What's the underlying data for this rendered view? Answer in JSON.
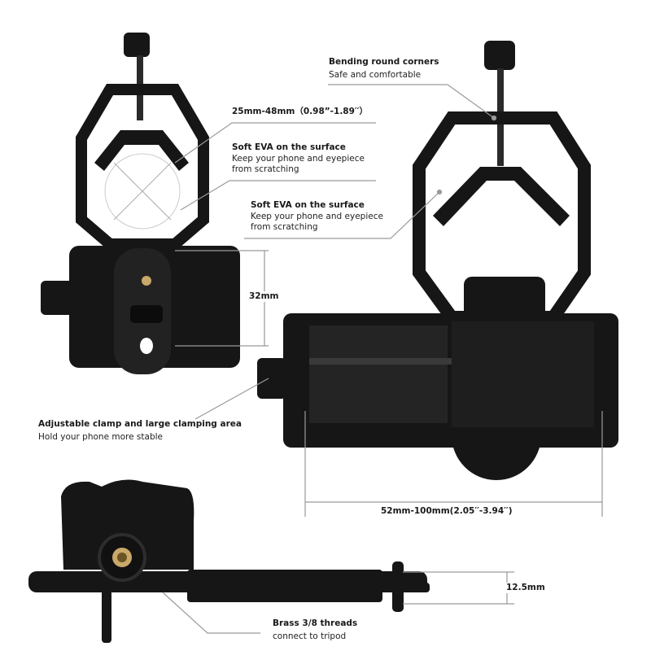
{
  "callouts": {
    "bending": {
      "title": "Bending round corners",
      "text": "Safe and comfortable"
    },
    "eyepiece_range": {
      "title": "25mm-48mm（0.98”-1.89′′）"
    },
    "eva_left": {
      "title": "Soft EVA on the surface",
      "line1": "Keep your phone and eyepiece",
      "line2": "from scratching"
    },
    "eva_right": {
      "title": "Soft EVA on the surface",
      "line1": "Keep your phone and eyepiece",
      "line2": "from scratching"
    },
    "height": {
      "title": "32mm"
    },
    "clamp": {
      "title": "Adjustable clamp and large clamping area",
      "text": "Hold your phone more stable"
    },
    "width_range": {
      "title": "52mm-100mm(2.05′′-3.94′′)"
    },
    "thickness": {
      "title": "12.5mm"
    },
    "threads": {
      "title": "Brass 3/8 threads",
      "text": "connect to tripod"
    }
  },
  "colors": {
    "product": "#161616",
    "line": "#9a9a9a",
    "brass": "#c9a86a"
  }
}
